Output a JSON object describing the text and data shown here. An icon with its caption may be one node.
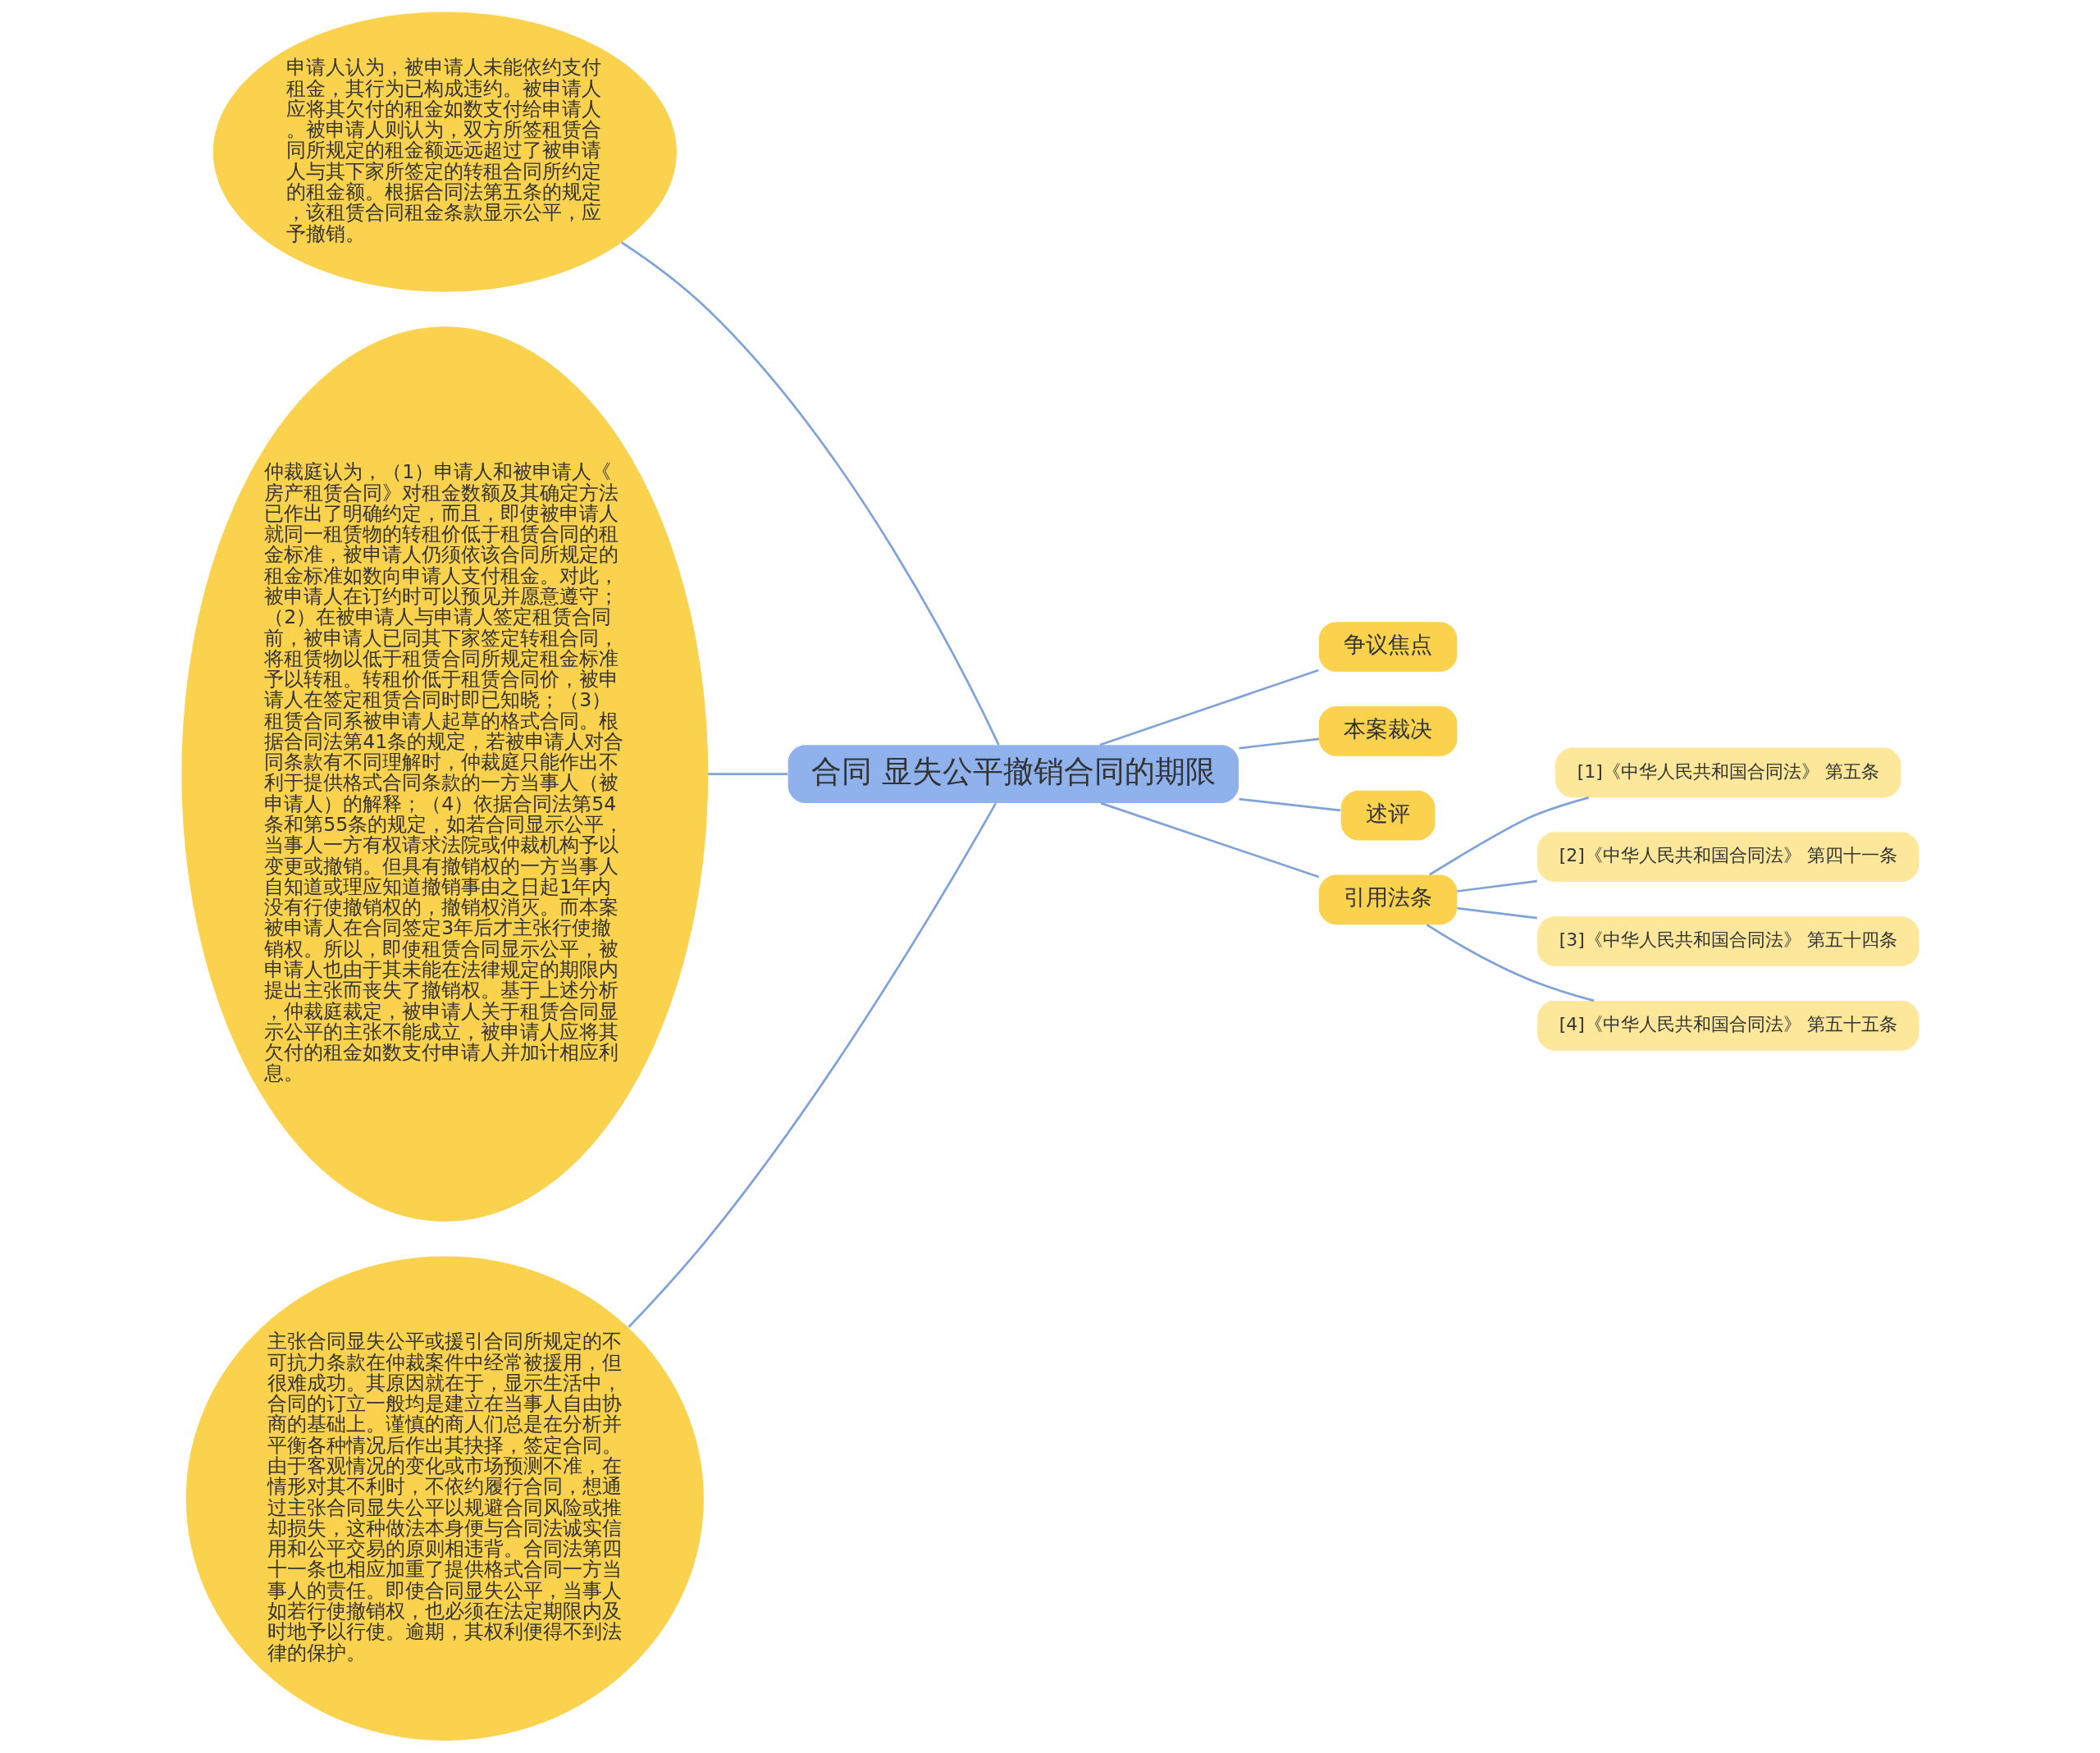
{
  "diagram": {
    "nodes": [
      {
        "text": [
          "合同 显失公平撤销合同的期限"
        ]
      },
      {
        "text": [
          "申请人认为，被申请人未能依约支付租金，其行为已构成违约。被申请人应将其欠付的租金如数支付给申请人。被申请人则认为，双方所签租赁合同所规定的租金额远远超过了被申请人与其下家所签定的转租合同所约定的租金额。根据合同法第五条的规定，该租赁合同租金条款显示公平，应予撤销。"
        ]
      },
      {
        "text": [
          "仲裁庭认为，（1）申请人和被申请人《房产租赁合同》对租金数额及其确定方法已作出了明确约定，而且，即使被申请人就同一租赁物的转租价低于租赁合同的租金标准，被申请人仍须依该合同所规定的租金标准如数向申请人支付租金。对此，被申请人在订约时可以预见并愿意遵守；（2）在被申请人与申请人签定租赁合同前，被申请人已同其下家签定转租合同，将租赁物以低于租赁合同所规定租金标准予以转租。转租价低于租赁合同价，被申请人在签定租赁合同时即已知晓；（3）租赁合同系被申请人起草的格式合同。根据合同法第41条的规定，若被申请人对合同条款有不同理解时，仲裁庭只能作出不利于提供格式合同条款的一方当事人（被申请人）的解释；（4）依据合同法第54条和第55条的规定，如若合同显示公平，当事人一方有权请求法院或仲裁机构予以变更或撤销。但具有撤销权的一方当事人自知道或理应知道撤销事由之日起1年内没有行使撤销权的，撤销权消灭。而本案被申请人在合同签定3年后才主张行使撤销权。所以，即使租赁合同显示公平，被申请人也由于其未能在法律规定的期限内提出主张而丧失了撤销权。基于上述分析，仲裁庭裁定，被申请人关于租赁合同显示公平的主张不能成立，被申请人应将其欠付的租金如数支付申请人并加计相应利息。"
        ]
      },
      {
        "text": [
          "主张合同显失公平或援引合同所规定的不可抗力条款在仲裁案件中经常被援用，但很难成功。其原因就在于，显示生活中，合同的订立一般均是建立在当事人自由协商的基础上。谨慎的商人们总是在分析并平衡各种情况后作出其抉择，签定合同。由于客观情况的变化或市场预测不准，在情形对其不利时，不依约履行合同，想通过主张合同显失公平以规避合同风险或推却损失，这种做法本身便与合同法诚实信用和公平交易的原则相违背。合同法第四十一条也相应加重了提供格式合同一方当事人的责任。即使合同显失公平，当事人如若行使撤销权，也必须在法定期限内及时地予以行使。逾期，其权利便得不到法律的保护。"
        ]
      },
      {
        "text": [
          "争议焦点"
        ]
      },
      {
        "text": [
          "本案裁决"
        ]
      },
      {
        "text": [
          "述评"
        ]
      },
      {
        "text": [
          "引用法条"
        ]
      },
      {
        "text": [
          "[1]《中华人民共和国合同法》 第五条"
        ]
      },
      {
        "text": [
          "[2]《中华人民共和国合同法》 第四十一条"
        ]
      },
      {
        "text": [
          "[3]《中华人民共和国合同法》 第五十四条"
        ]
      },
      {
        "text": [
          "[4]《中华人民共和国合同法》 第五十五条"
        ]
      }
    ],
    "edges": [
      {
        "from": 0,
        "to": 1,
        "arrow": "none"
      },
      {
        "from": 0,
        "to": 2,
        "arrow": "none"
      },
      {
        "from": 0,
        "to": 3,
        "arrow": "none"
      },
      {
        "from": 0,
        "to": 4,
        "arrow": "none"
      },
      {
        "from": 0,
        "to": 5,
        "arrow": "none"
      },
      {
        "from": 0,
        "to": 6,
        "arrow": "none"
      },
      {
        "from": 0,
        "to": 7,
        "arrow": "none"
      },
      {
        "from": 7,
        "to": 8,
        "arrow": "none"
      },
      {
        "from": 7,
        "to": 9,
        "arrow": "none"
      },
      {
        "from": 7,
        "to": 10,
        "arrow": "none"
      },
      {
        "from": 7,
        "to": 11,
        "arrow": "none"
      }
    ]
  }
}
